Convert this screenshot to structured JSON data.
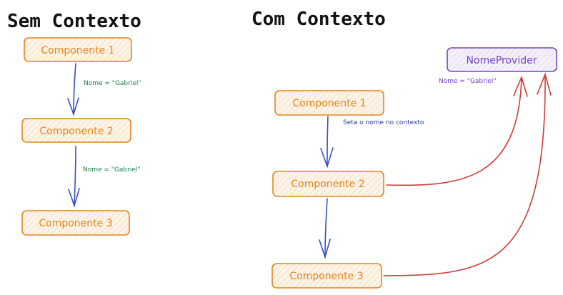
{
  "left": {
    "title": "Sem Contexto",
    "box1": "Componente 1",
    "box2": "Componente 2",
    "box3": "Componente 3",
    "note1": "Nome = \"Gabriel\"",
    "note2": "Nome = \"Gabriel\""
  },
  "right": {
    "title": "Com Contexto",
    "box1": "Componente 1",
    "box2": "Componente 2",
    "box3": "Componente 3",
    "provider": "NomeProvider",
    "provider_note": "Nome = \"Gabriel\"",
    "set_note": "Seta o nome no contexto"
  },
  "colors": {
    "box_stroke": "#e8841a",
    "box_fill": "#fff4e6",
    "provider_stroke": "#7442c8",
    "provider_fill": "#f1edfa",
    "flow_arrow": "#3a4fc4",
    "context_arrow": "#d23a3a"
  }
}
